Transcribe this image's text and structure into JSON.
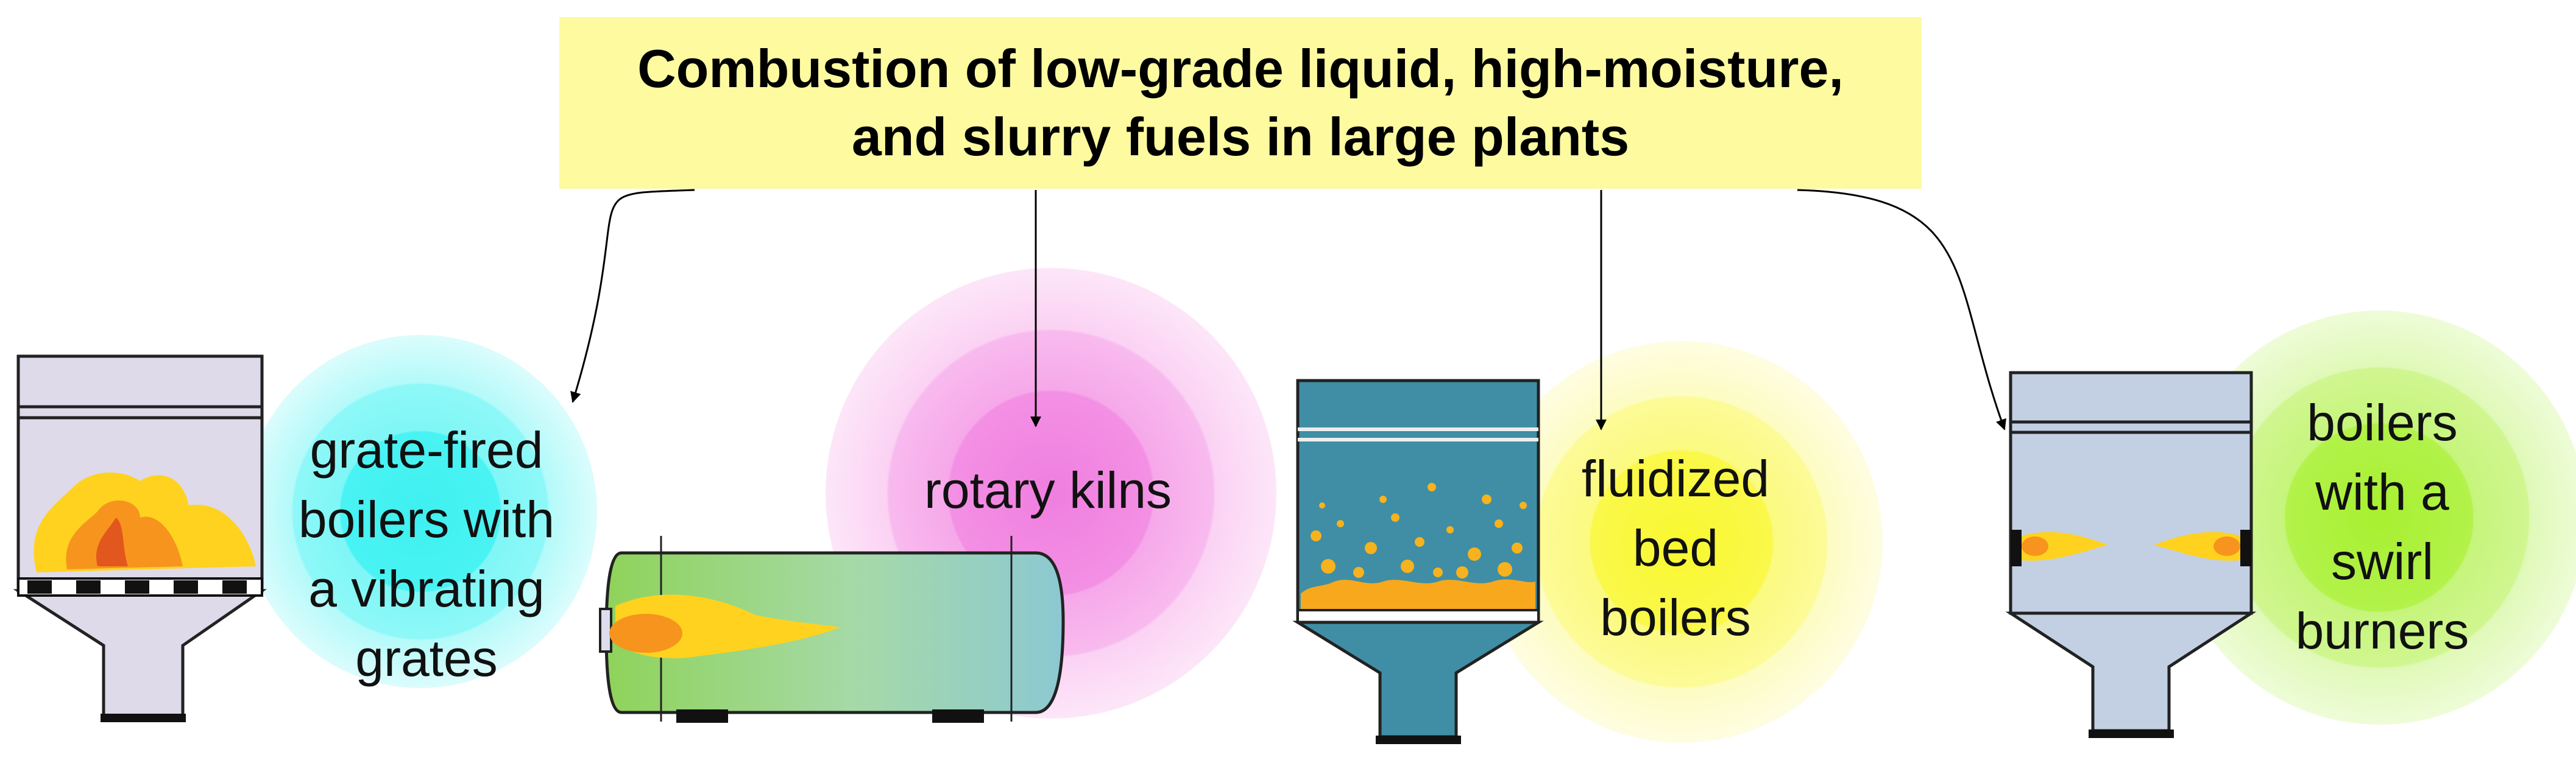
{
  "title": {
    "line1": "Combustion of low-grade liquid, high-moisture,",
    "line2": "and slurry fuels in large plants"
  },
  "technologies": [
    {
      "id": "grate",
      "lines": [
        "grate-fired",
        "boilers with",
        "a vibrating",
        "grates"
      ],
      "glow_color": "#3ff0f0"
    },
    {
      "id": "kiln",
      "lines": [
        "rotary kilns"
      ],
      "glow_color": "#f07ee0"
    },
    {
      "id": "fluid",
      "lines": [
        "fluidized",
        "bed",
        "boilers"
      ],
      "glow_color": "#f8f830"
    },
    {
      "id": "swirl",
      "lines": [
        "boilers",
        "with a",
        "swirl",
        "burners"
      ],
      "glow_color": "#a8f030"
    }
  ],
  "colors": {
    "title_bg": "#fdfaa0",
    "boiler_grate": "#dedaea",
    "boiler_fluid": "#3f8ea5",
    "boiler_swirl": "#c3d0e3",
    "flame_orange": "#f7941d",
    "flame_yellow": "#ffd21f"
  }
}
